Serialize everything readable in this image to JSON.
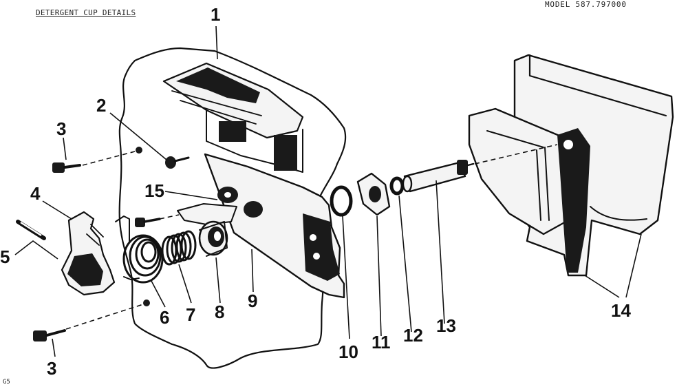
{
  "header": {
    "title": "DETERGENT CUP DETAILS",
    "model": "MODEL 587.797000",
    "page_code": "G5"
  },
  "callouts": [
    {
      "id": "c1a",
      "label": "1",
      "part": "detergent cup housing"
    },
    {
      "id": "c2",
      "label": "2",
      "part": "screw"
    },
    {
      "id": "c3a",
      "label": "3",
      "part": "screw (upper)"
    },
    {
      "id": "c3b",
      "label": "3",
      "part": "screw (lower)"
    },
    {
      "id": "c4",
      "label": "4",
      "part": "latch bracket"
    },
    {
      "id": "c5",
      "label": "5",
      "part": "pin"
    },
    {
      "id": "c6",
      "label": "6",
      "part": "torsion spring"
    },
    {
      "id": "c7",
      "label": "7",
      "part": "spring"
    },
    {
      "id": "c8",
      "label": "8",
      "part": "bearing"
    },
    {
      "id": "c9",
      "label": "9",
      "part": "mounting plate"
    },
    {
      "id": "c10",
      "label": "10",
      "part": "seal ring"
    },
    {
      "id": "c11",
      "label": "11",
      "part": "nut"
    },
    {
      "id": "c12",
      "label": "12",
      "part": "washer"
    },
    {
      "id": "c13",
      "label": "13",
      "part": "shaft"
    },
    {
      "id": "c14",
      "label": "14",
      "part": "cup cover"
    },
    {
      "id": "c15",
      "label": "15",
      "part": "lever"
    }
  ]
}
